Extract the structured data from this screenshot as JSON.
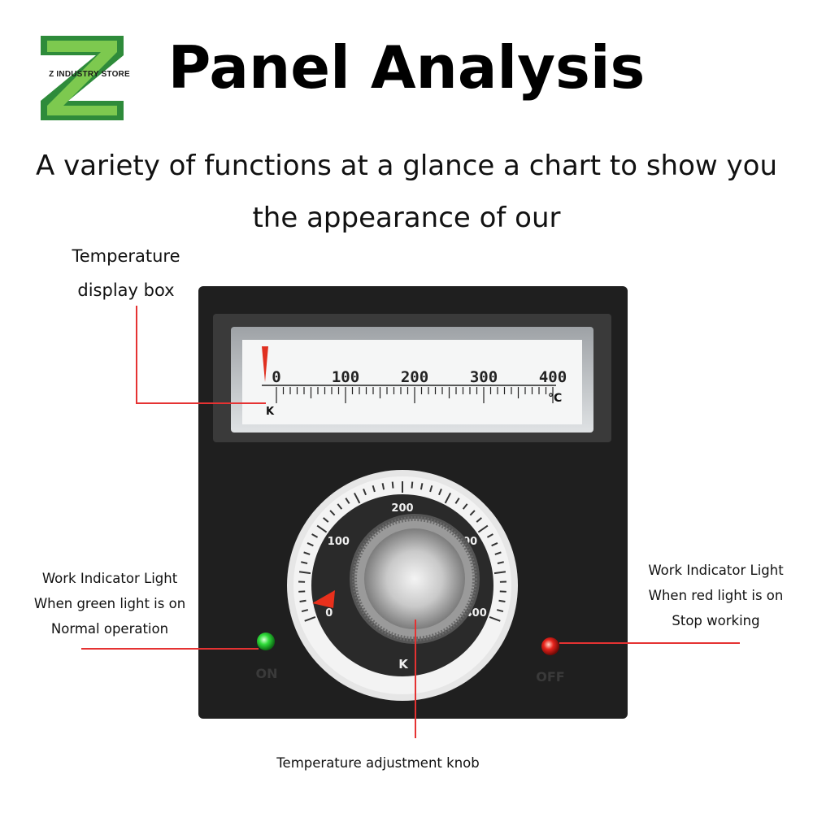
{
  "brand": {
    "store_name": "Z INDUSTRY STORE",
    "colors": {
      "green": "#6cc04a",
      "dark_green": "#2e8b3a"
    }
  },
  "header": {
    "title": "Panel Analysis",
    "subtitle": "A variety of functions at a glance a chart to show you the appearance of our"
  },
  "callouts": {
    "display_box": {
      "line1": "Temperature",
      "line2": "display box"
    },
    "green_light": {
      "line1": "Work Indicator Light",
      "line2": "When green light is on",
      "line3": "Normal operation"
    },
    "red_light": {
      "line1": "Work Indicator Light",
      "line2": "When red light is on",
      "line3": "Stop working"
    },
    "knob": "Temperature adjustment knob"
  },
  "device": {
    "display_scale": {
      "labels": [
        "0",
        "100",
        "200",
        "300",
        "400"
      ],
      "unit": "°C",
      "sensor": "K"
    },
    "dial": {
      "labels": [
        "0",
        "100",
        "200",
        "300",
        "400"
      ],
      "sensor": "K"
    },
    "indicators": {
      "on_label": "ON",
      "off_label": "OFF",
      "on_color": "#2fdc3a",
      "off_color": "#e8231c"
    },
    "leader_color": "#e53232"
  }
}
